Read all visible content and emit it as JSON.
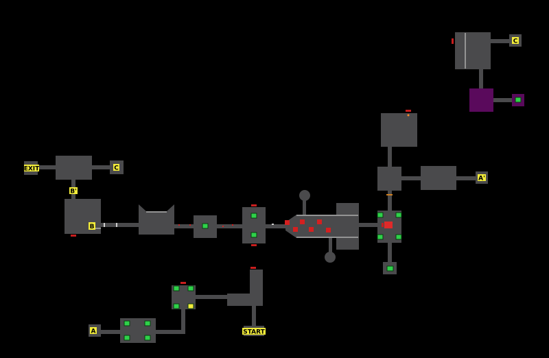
{
  "map": {
    "background": "#000000",
    "room_color": "#4a4a4c",
    "special_room_color": "#5a0a5c",
    "label_color": "#f2ec3a",
    "chest_color": "#2fd14a",
    "enemy_color": "#d42020",
    "door_color": "#c81e1e"
  },
  "labels": {
    "exit": "EXIT",
    "start": "START",
    "a_left": "A",
    "a_right": "A'",
    "b_top": "B'",
    "b_room": "B",
    "c_mid": "C",
    "c_top": "C"
  }
}
